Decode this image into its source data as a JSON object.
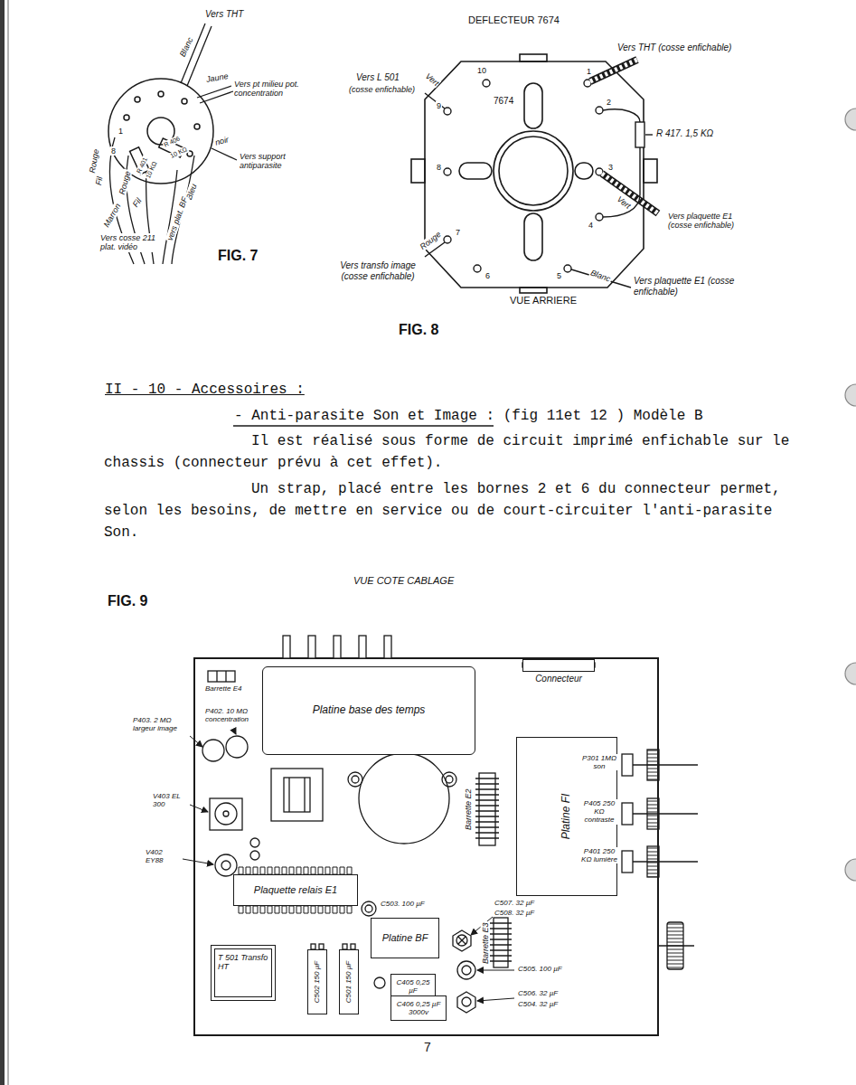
{
  "diagram": {
    "nodes": [
      {
        "text": [
          "Platine base des temps"
        ]
      },
      {
        "text": [
          "Connecteur"
        ]
      },
      {
        "text": [
          "Platine FI"
        ]
      },
      {
        "text": [
          "Plaquette relais E1"
        ]
      },
      {
        "text": [
          "Platine BF"
        ]
      },
      {
        "text": [
          "T 501 Transfo HT"
        ]
      },
      {
        "text": [
          "C502 150 µF"
        ]
      },
      {
        "text": [
          "C501 150 µF"
        ]
      },
      {
        "text": [
          "C405 0,25 µF"
        ]
      },
      {
        "text": [
          "C406 0,25 µF 3000v"
        ]
      }
    ],
    "labels": [
      "Vers THT",
      "Blanc",
      "Jaune",
      "Vers pt milieu pot. concentration",
      "noir",
      "Vers support antiparasite",
      "Bleu",
      "vers plat. BF",
      "Rouge",
      "Fil",
      "Rouge",
      "Fil",
      "Marron",
      "Vers cosse 211 plat. vidéo",
      "FIG. 7",
      "1",
      "8",
      "R 401",
      "10 KΩ",
      "R 406",
      "10 KΩ",
      "DEFLECTEUR 7674",
      "Vers THT (cosse enfichable)",
      "Vers L 501",
      "(cosse enfichable)",
      "Vert",
      "10",
      "7674",
      "1",
      "2",
      "R 417. 1,5 KΩ",
      "9",
      "8",
      "3",
      "Vert",
      "Vers plaquette E1 (cosse enfichable)",
      "4",
      "Rouge",
      "7",
      "Vers transfo image (cosse enfichable)",
      "6",
      "5",
      "Blanc",
      "Vers plaquette E1 (cosse enfichable)",
      "VUE ARRIERE",
      "FIG. 8",
      "II - 10 - Accessoires :",
      "- Anti-parasite Son et Image : (fig 11et 12 ) Modèle B",
      "Il est réalisé sous forme de circuit imprimé enfichable sur le chassis (connecteur prévu à cet effet).",
      "Un strap, placé entre les bornes 2 et 6 du connecteur permet, selon les besoins, de mettre en service ou de court-circuiter l'anti-parasite Son.",
      "FIG. 9",
      "VUE COTE CABLAGE",
      "Barrette E4",
      "P402. 10 MΩ concentration",
      "P403. 2 MΩ largeur image",
      "V403 EL 300",
      "V402 EY88",
      "Barrette E2",
      "P301 1MΩ son",
      "P405 250 KΩ contraste",
      "P401 250 KΩ lumière",
      "C503. 100 µF",
      "C507. 32 µF",
      "C508. 32 µF",
      "Barrette E3",
      "C505. 100 µF",
      "C506. 32 µF",
      "C504. 32 µF",
      "7"
    ]
  }
}
